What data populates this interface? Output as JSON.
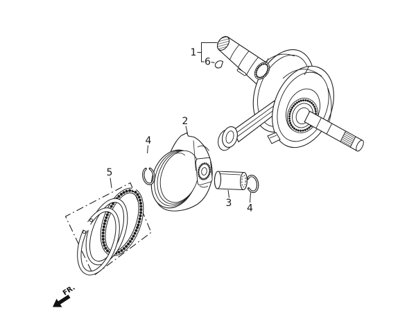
{
  "colors": {
    "background": "#ffffff",
    "line": "#1d1d1d"
  },
  "diagram": {
    "callouts": {
      "crankshaft": "1",
      "piston": "2",
      "piston_pin": "3",
      "pin_clip_left": "4",
      "pin_clip_right": "4",
      "piston_ring_set": "5",
      "woodruff_key": "6"
    },
    "direction_label": "FR."
  }
}
